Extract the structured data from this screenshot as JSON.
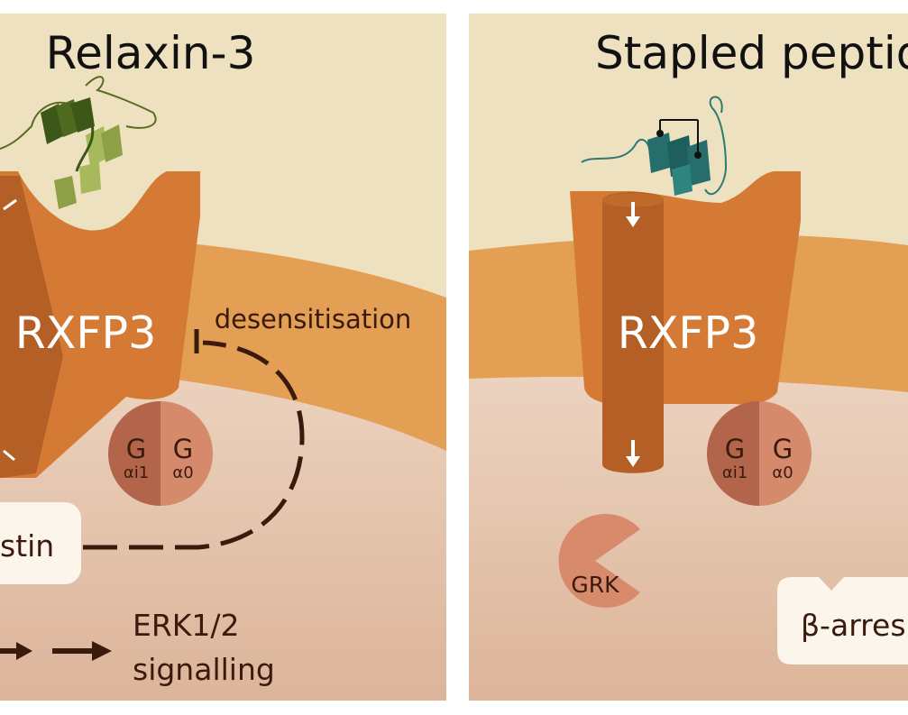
{
  "colors": {
    "extracellular": "#eee1c0",
    "membrane": "#e3a054",
    "cytoplasm_top": "#ecd3bf",
    "cytoplasm_bottom": "#ddb79c",
    "receptor": "#d47a35",
    "receptor_dark": "#b45f26",
    "g_protein_left": "#b2654b",
    "g_protein_right": "#d48a6b",
    "grk": "#d88a6d",
    "peptide_teal": "#256e6c",
    "relaxin_dark": "#3d5718",
    "relaxin_light": "#a7b95a",
    "dark_text": "#3a1a0c",
    "white_box": "#fcf5ec"
  },
  "left_panel": {
    "title": "Relaxin-3",
    "receptor_label": "RXFP3",
    "desensitisation_label": "desensitisation",
    "g_protein": {
      "left_letter": "G",
      "left_sub": "αi1",
      "right_letter": "G",
      "right_sub": "α0"
    },
    "arrestin_label": "stin",
    "erk_line1": "ERK1/2",
    "erk_line2": "signalling"
  },
  "right_panel": {
    "title": "Stapled peptid",
    "receptor_label": "RXFP3",
    "g_protein": {
      "left_letter": "G",
      "left_sub": "αi1",
      "right_letter": "G",
      "right_sub": "α0"
    },
    "grk_label": "GRK",
    "arrestin_label": "β-arres"
  }
}
